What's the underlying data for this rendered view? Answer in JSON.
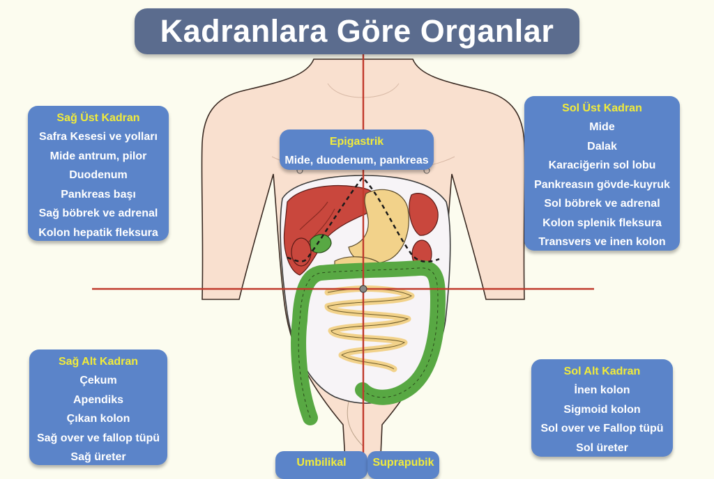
{
  "title": "Kadranlara Göre Organlar",
  "regions": {
    "sag_ust": {
      "heading": "Sağ Üst Kadran",
      "items": [
        "Safra Kesesi ve yolları",
        "Mide antrum, pilor",
        "Duodenum",
        "Pankreas başı",
        "Sağ böbrek ve adrenal",
        "Kolon hepatik fleksura"
      ]
    },
    "sol_ust": {
      "heading": "Sol Üst Kadran",
      "items": [
        "Mide",
        "Dalak",
        "Karaciğerin sol lobu",
        "Pankreasın gövde-kuyruk",
        "Sol böbrek ve adrenal",
        "Kolon splenik fleksura",
        "Transvers ve inen kolon"
      ]
    },
    "sag_alt": {
      "heading": "Sağ Alt Kadran",
      "items": [
        "Çekum",
        "Apendiks",
        "Çıkan kolon",
        "Sağ over ve fallop tüpü",
        "Sağ üreter"
      ]
    },
    "sol_alt": {
      "heading": "Sol Alt Kadran",
      "items": [
        "İnen kolon",
        "Sigmoid kolon",
        "Sol over ve Fallop tüpü",
        "Sol üreter"
      ]
    },
    "epigastrik": {
      "heading": "Epigastrik",
      "items": [
        "Mide, duodenum, pankreas"
      ]
    },
    "umbilikal": {
      "heading": "Umbilikal"
    },
    "suprapubik": {
      "heading": "Suprapubik"
    }
  },
  "colors": {
    "background": "#fcfcef",
    "title_bg": "#5b6c8e",
    "box_bg": "#5b84c9",
    "heading_text": "#f2ec3a",
    "skin": "#f9e0cf",
    "liver": "#c9473d",
    "intestine": "#f2d28a",
    "colon": "#58a843",
    "axis_line": "#c0392b"
  }
}
